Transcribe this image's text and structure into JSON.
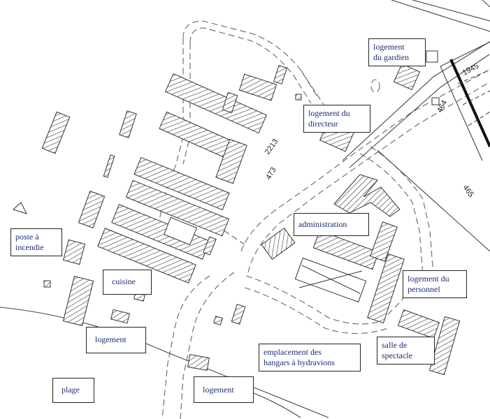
{
  "labels": {
    "logement_gardien": [
      "logement",
      "du gardien"
    ],
    "logement_directeur": [
      "logement du",
      "directeur"
    ],
    "administration": "administration",
    "poste_incendie": [
      "poste à",
      "incendie"
    ],
    "cuisine": "cuisine",
    "logement_personnel": [
      "logement du",
      "personnel"
    ],
    "logement_west": "logement",
    "emplacement_hangars": [
      "emplacement des",
      "hangars à hydravions"
    ],
    "salle_spectacle": [
      "salle de",
      "spectacle"
    ],
    "plage": "plage",
    "logement_south": "logement"
  },
  "parcels": {
    "n1945": "1945",
    "n464": "464",
    "n2213": "2213",
    "n473": "473",
    "n465": "465"
  },
  "colors": {
    "label_text": "#1e2a78",
    "line": "#555555",
    "hatch": "#444444"
  }
}
